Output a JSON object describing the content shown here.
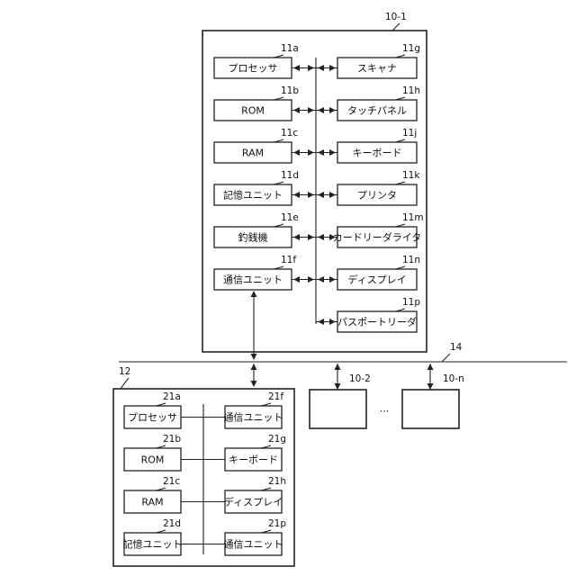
{
  "device_main": {
    "ref": "10-1",
    "left": [
      {
        "ref": "11a",
        "label": "プロセッサ"
      },
      {
        "ref": "11b",
        "label": "ROM"
      },
      {
        "ref": "11c",
        "label": "RAM"
      },
      {
        "ref": "11d",
        "label": "記憶ユニット"
      },
      {
        "ref": "11e",
        "label": "釣銭機"
      },
      {
        "ref": "11f",
        "label": "通信ユニット"
      }
    ],
    "right": [
      {
        "ref": "11g",
        "label": "スキャナ"
      },
      {
        "ref": "11h",
        "label": "タッチパネル"
      },
      {
        "ref": "11j",
        "label": "キーボード"
      },
      {
        "ref": "11k",
        "label": "プリンタ"
      },
      {
        "ref": "11m",
        "label": "カードリーダライタ"
      },
      {
        "ref": "11n",
        "label": "ディスプレイ"
      },
      {
        "ref": "11p",
        "label": "パスポートリーダ"
      }
    ]
  },
  "network": {
    "ref": "14"
  },
  "other_devices": [
    {
      "ref": "10-2"
    },
    {
      "ref": "10-n"
    }
  ],
  "ellipsis": "...",
  "server": {
    "ref": "12",
    "left": [
      {
        "ref": "21a",
        "label": "プロセッサ"
      },
      {
        "ref": "21b",
        "label": "ROM"
      },
      {
        "ref": "21c",
        "label": "RAM"
      },
      {
        "ref": "21d",
        "label": "記憶ユニット"
      }
    ],
    "right": [
      {
        "ref": "21f",
        "label": "通信ユニット"
      },
      {
        "ref": "21g",
        "label": "キーボード"
      },
      {
        "ref": "21h",
        "label": "ディスプレイ"
      },
      {
        "ref": "21p",
        "label": "通信ユニット"
      }
    ]
  }
}
